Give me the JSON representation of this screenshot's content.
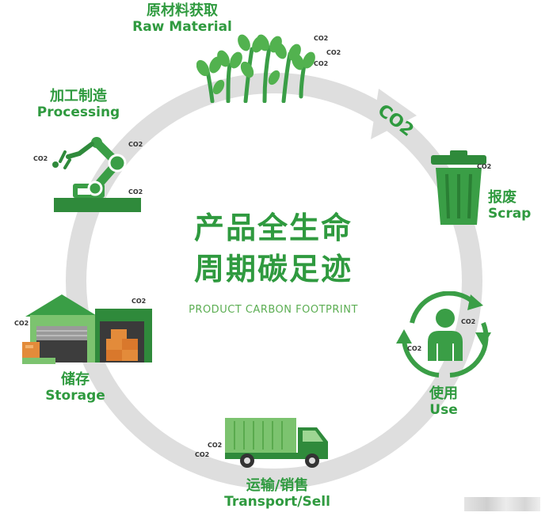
{
  "title": {
    "line1": "产品全生命",
    "line2": "周期碳足迹",
    "subtitle": "PRODUCT CARBON FOOTPRINT"
  },
  "stages": {
    "raw_material": {
      "zh": "原材料获取",
      "en": "Raw Material"
    },
    "processing": {
      "zh": "加工制造",
      "en": "Processing"
    },
    "scrap": {
      "zh": "报废",
      "en": "Scrap"
    },
    "use": {
      "zh": "使用",
      "en": "Use"
    },
    "transport": {
      "zh": "运输/销售",
      "en": "Transport/Sell"
    },
    "storage": {
      "zh": "储存",
      "en": "Storage"
    }
  },
  "co2_label": "CO2",
  "arrow_label": "CO2",
  "colors": {
    "green_dark": "#2f8a3b",
    "green": "#3a9e46",
    "green_light": "#7cc36f",
    "ring": "#dedede"
  },
  "icons": [
    "plants-icon",
    "robot-arm-icon",
    "trash-can-icon",
    "person-recycle-icon",
    "truck-icon",
    "warehouse-icon"
  ]
}
